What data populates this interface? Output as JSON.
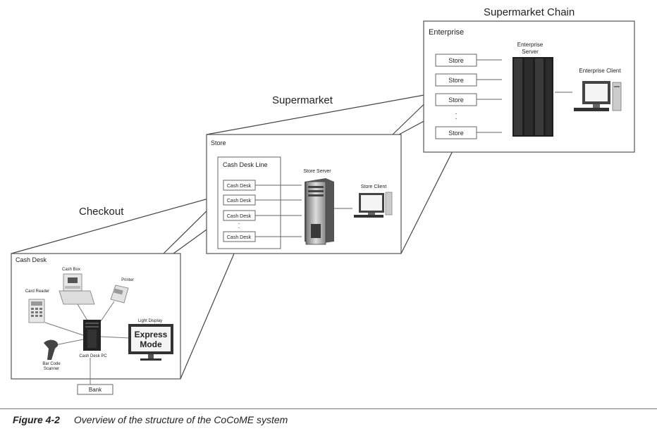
{
  "titles": {
    "supermarket_chain": "Supermarket Chain",
    "supermarket": "Supermarket",
    "checkout": "Checkout"
  },
  "enterprise": {
    "label": "Enterprise",
    "stores": [
      "Store",
      "Store",
      "Store",
      "Store"
    ],
    "server_line1": "Enterprise",
    "server_line2": "Server",
    "client": "Enterprise Client"
  },
  "store": {
    "label": "Store",
    "cash_desk_line": "Cash Desk Line",
    "cash_desks": [
      "Cash Desk",
      "Cash Desk",
      "Cash Desk",
      "Cash Desk"
    ],
    "server": "Store Server",
    "client": "Store Client"
  },
  "cash_desk": {
    "label": "Cash Desk",
    "cash_box": "Cash Box",
    "printer": "Printer",
    "card_reader": "Card Reader",
    "light_display": "Light Display",
    "display_line1": "Express",
    "display_line2": "Mode",
    "scanner_line1": "Bar Code",
    "scanner_line2": "Scanner",
    "pc": "Cash Desk PC",
    "bank": "Bank"
  },
  "caption": {
    "number": "Figure 4-2",
    "text": "Overview of the structure of the CoCoME system"
  }
}
